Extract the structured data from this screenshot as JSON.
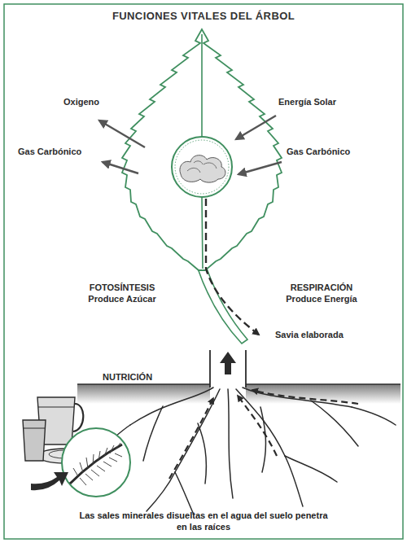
{
  "diagram": {
    "title": "FUNCIONES VITALES DEL ÁRBOL",
    "caption": "Las sales minerales disueltas en el agua del suelo penetra en las raíces",
    "labels": [
      "Oxigeno",
      "Gas Carbónico",
      "Energía Solar",
      "Gas Carbónico",
      "FOTOSÍNTESIS",
      "Produce Azúcar",
      "RESPIRACIÓN",
      "Produce Energía",
      "Savia elaborada",
      "NUTRICIÓN"
    ]
  }
}
